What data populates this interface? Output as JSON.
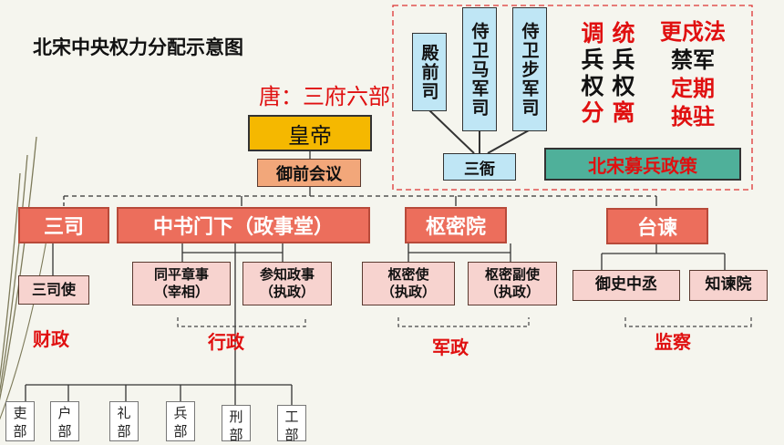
{
  "title": "北宋中央权力分配示意图",
  "top_overlay": "唐：三府六部",
  "emperor": "皇帝",
  "meeting": "御前会议",
  "branches": {
    "sansi": "三司",
    "zhongshu": "中书门下（政事堂）",
    "shumi": "枢密院",
    "taijian": "台谏"
  },
  "officials": {
    "sansi_shi": "三司使",
    "tongping": [
      "同平章事",
      "（宰相）"
    ],
    "canzhi": [
      "参知政事",
      "（执政）"
    ],
    "shumi_shi": [
      "枢密使",
      "（执政）"
    ],
    "shumi_fu": [
      "枢密副使",
      "（执政）"
    ],
    "yushi": "御史中丞",
    "zhijian": "知谏院"
  },
  "functions": {
    "finance": "财政",
    "admin": "行政",
    "military": "军政",
    "supervision": "监察"
  },
  "ministries": [
    {
      "c1": "吏",
      "c2": "部"
    },
    {
      "c1": "户",
      "c2": "部"
    },
    {
      "c1": "礼",
      "c2": "部"
    },
    {
      "c1": "兵",
      "c2": "部"
    },
    {
      "c1": "刑",
      "c2": "部"
    },
    {
      "c1": "工",
      "c2": "部"
    }
  ],
  "military_panel": {
    "dianqian": "殿前司",
    "mabu": "侍卫马军司",
    "bujun": "侍卫步军司",
    "sanya": "三衙",
    "col1": [
      "调",
      "兵",
      "权",
      "分"
    ],
    "col2": [
      "统",
      "兵",
      "权",
      "离"
    ],
    "col3": [
      "更戍法",
      "禁军",
      "定期",
      "换驻"
    ],
    "policy": "北宋募兵政策"
  },
  "colors": {
    "red": "#e01010",
    "gold": "#f5b800",
    "accent_red": "#ec6e5c",
    "pink": "#f7d3cf",
    "blue": "#bfe6f5",
    "green_box": "#4fb09a"
  }
}
